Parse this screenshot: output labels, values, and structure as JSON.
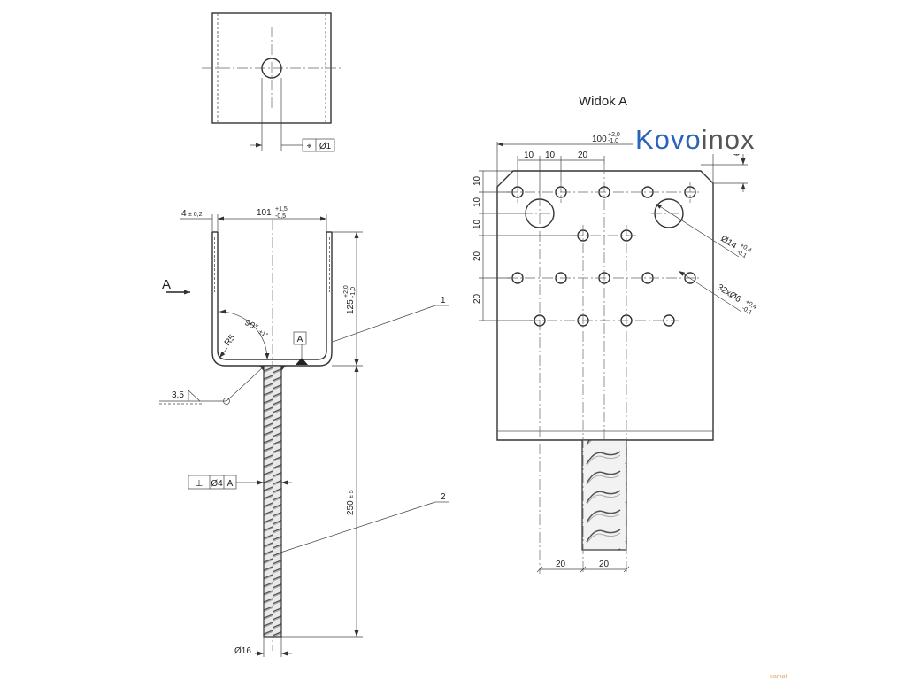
{
  "colors": {
    "logo_primary": "#2a63b8",
    "logo_secondary": "#555555",
    "line": "#333333"
  },
  "view_a": {
    "title": "Widok A"
  },
  "logo": {
    "part1": "Kovo",
    "part2": "inox"
  },
  "watermark": "eamat",
  "side_view": {
    "arrow_label": "A",
    "dims": {
      "thickness": "4",
      "thickness_tol": "± 0,2",
      "width": "101",
      "width_tol_upper": "+1,5",
      "width_tol_lower": "-0,5",
      "height": "125",
      "height_tol_upper": "+2,0",
      "height_tol_lower": "-1,0",
      "angle": "90°",
      "angle_tol": "±1°",
      "radius": "R5",
      "weld": "3,5",
      "datum": "A",
      "rod_length": "250",
      "rod_length_tol": "± 5",
      "rod_diameter": "Ø16",
      "perp_symbol": "⊥",
      "perp_value": "Ø4",
      "perp_datum": "A"
    },
    "callouts": [
      "1",
      "2"
    ]
  },
  "top_view": {
    "position_symbol": "⌖",
    "position_value": "Ø1"
  },
  "front_view": {
    "dims": {
      "width": "100",
      "width_tol_upper": "+2,0",
      "width_tol_lower": "-1,0",
      "right_top": "6",
      "top_spacing": [
        "10",
        "10",
        "20"
      ],
      "left_spacing": [
        "10",
        "10",
        "10",
        "20",
        "20"
      ],
      "big_hole": "Ø14",
      "big_hole_tol_upper": "+0,4",
      "big_hole_tol_lower": "-0,1",
      "small_holes": "32xØ6",
      "small_holes_tol_upper": "+0,4",
      "small_holes_tol_lower": "-0,1",
      "bottom_spacing": [
        "20",
        "20"
      ]
    }
  }
}
